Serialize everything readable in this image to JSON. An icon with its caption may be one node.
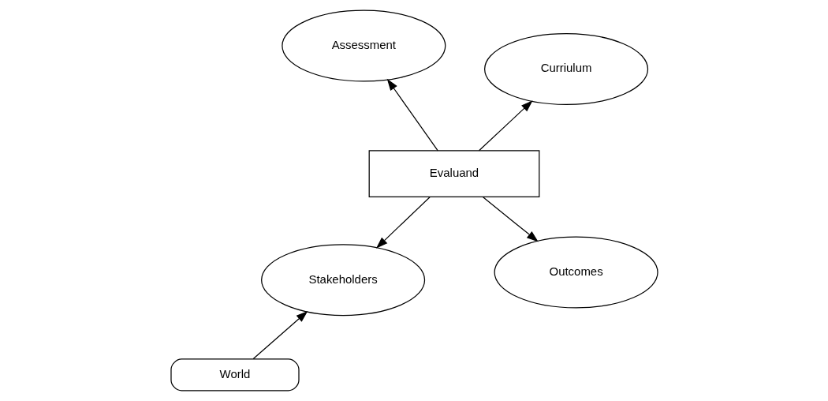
{
  "diagram": {
    "nodes": [
      {
        "text": [
          "World"
        ]
      },
      {
        "text": [
          "Stakeholders"
        ]
      },
      {
        "text": [
          "Outcomes"
        ]
      },
      {
        "text": [
          "Evaluand"
        ]
      },
      {
        "text": [
          "Curriulum"
        ]
      },
      {
        "text": [
          "Assessment"
        ]
      }
    ],
    "edges": [
      {
        "from": 0,
        "to": 1,
        "arrow": "to"
      },
      {
        "from": 3,
        "to": 1,
        "arrow": "to"
      },
      {
        "from": 3,
        "to": 2,
        "arrow": "to"
      },
      {
        "from": 3,
        "to": 4,
        "arrow": "to"
      },
      {
        "from": 3,
        "to": 5,
        "arrow": "to"
      }
    ]
  }
}
